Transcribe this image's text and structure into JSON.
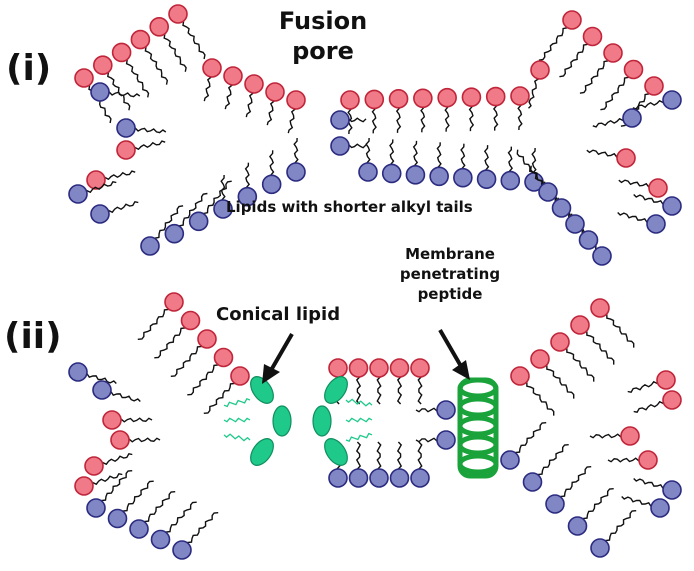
{
  "labels": {
    "panel_i": "(i)",
    "panel_ii": "(ii)",
    "title_line1": "Fusion",
    "title_line2": "pore",
    "shorter_tails": "Lipids with shorter alkyl tails",
    "conical_lipid": "Conical lipid",
    "mpp_line1": "Membrane",
    "mpp_line2": "penetrating",
    "mpp_line3": "peptide"
  },
  "colors": {
    "outer_leaflet_head": "#f07a87",
    "inner_leaflet_head": "#8087c4",
    "head_outline": "#2b2b80",
    "outer_head_outline": "#c0253a",
    "tail": "#111111",
    "conical_lipid": "#1ec98a",
    "peptide": "#1aa33a",
    "background": "#ffffff"
  }
}
